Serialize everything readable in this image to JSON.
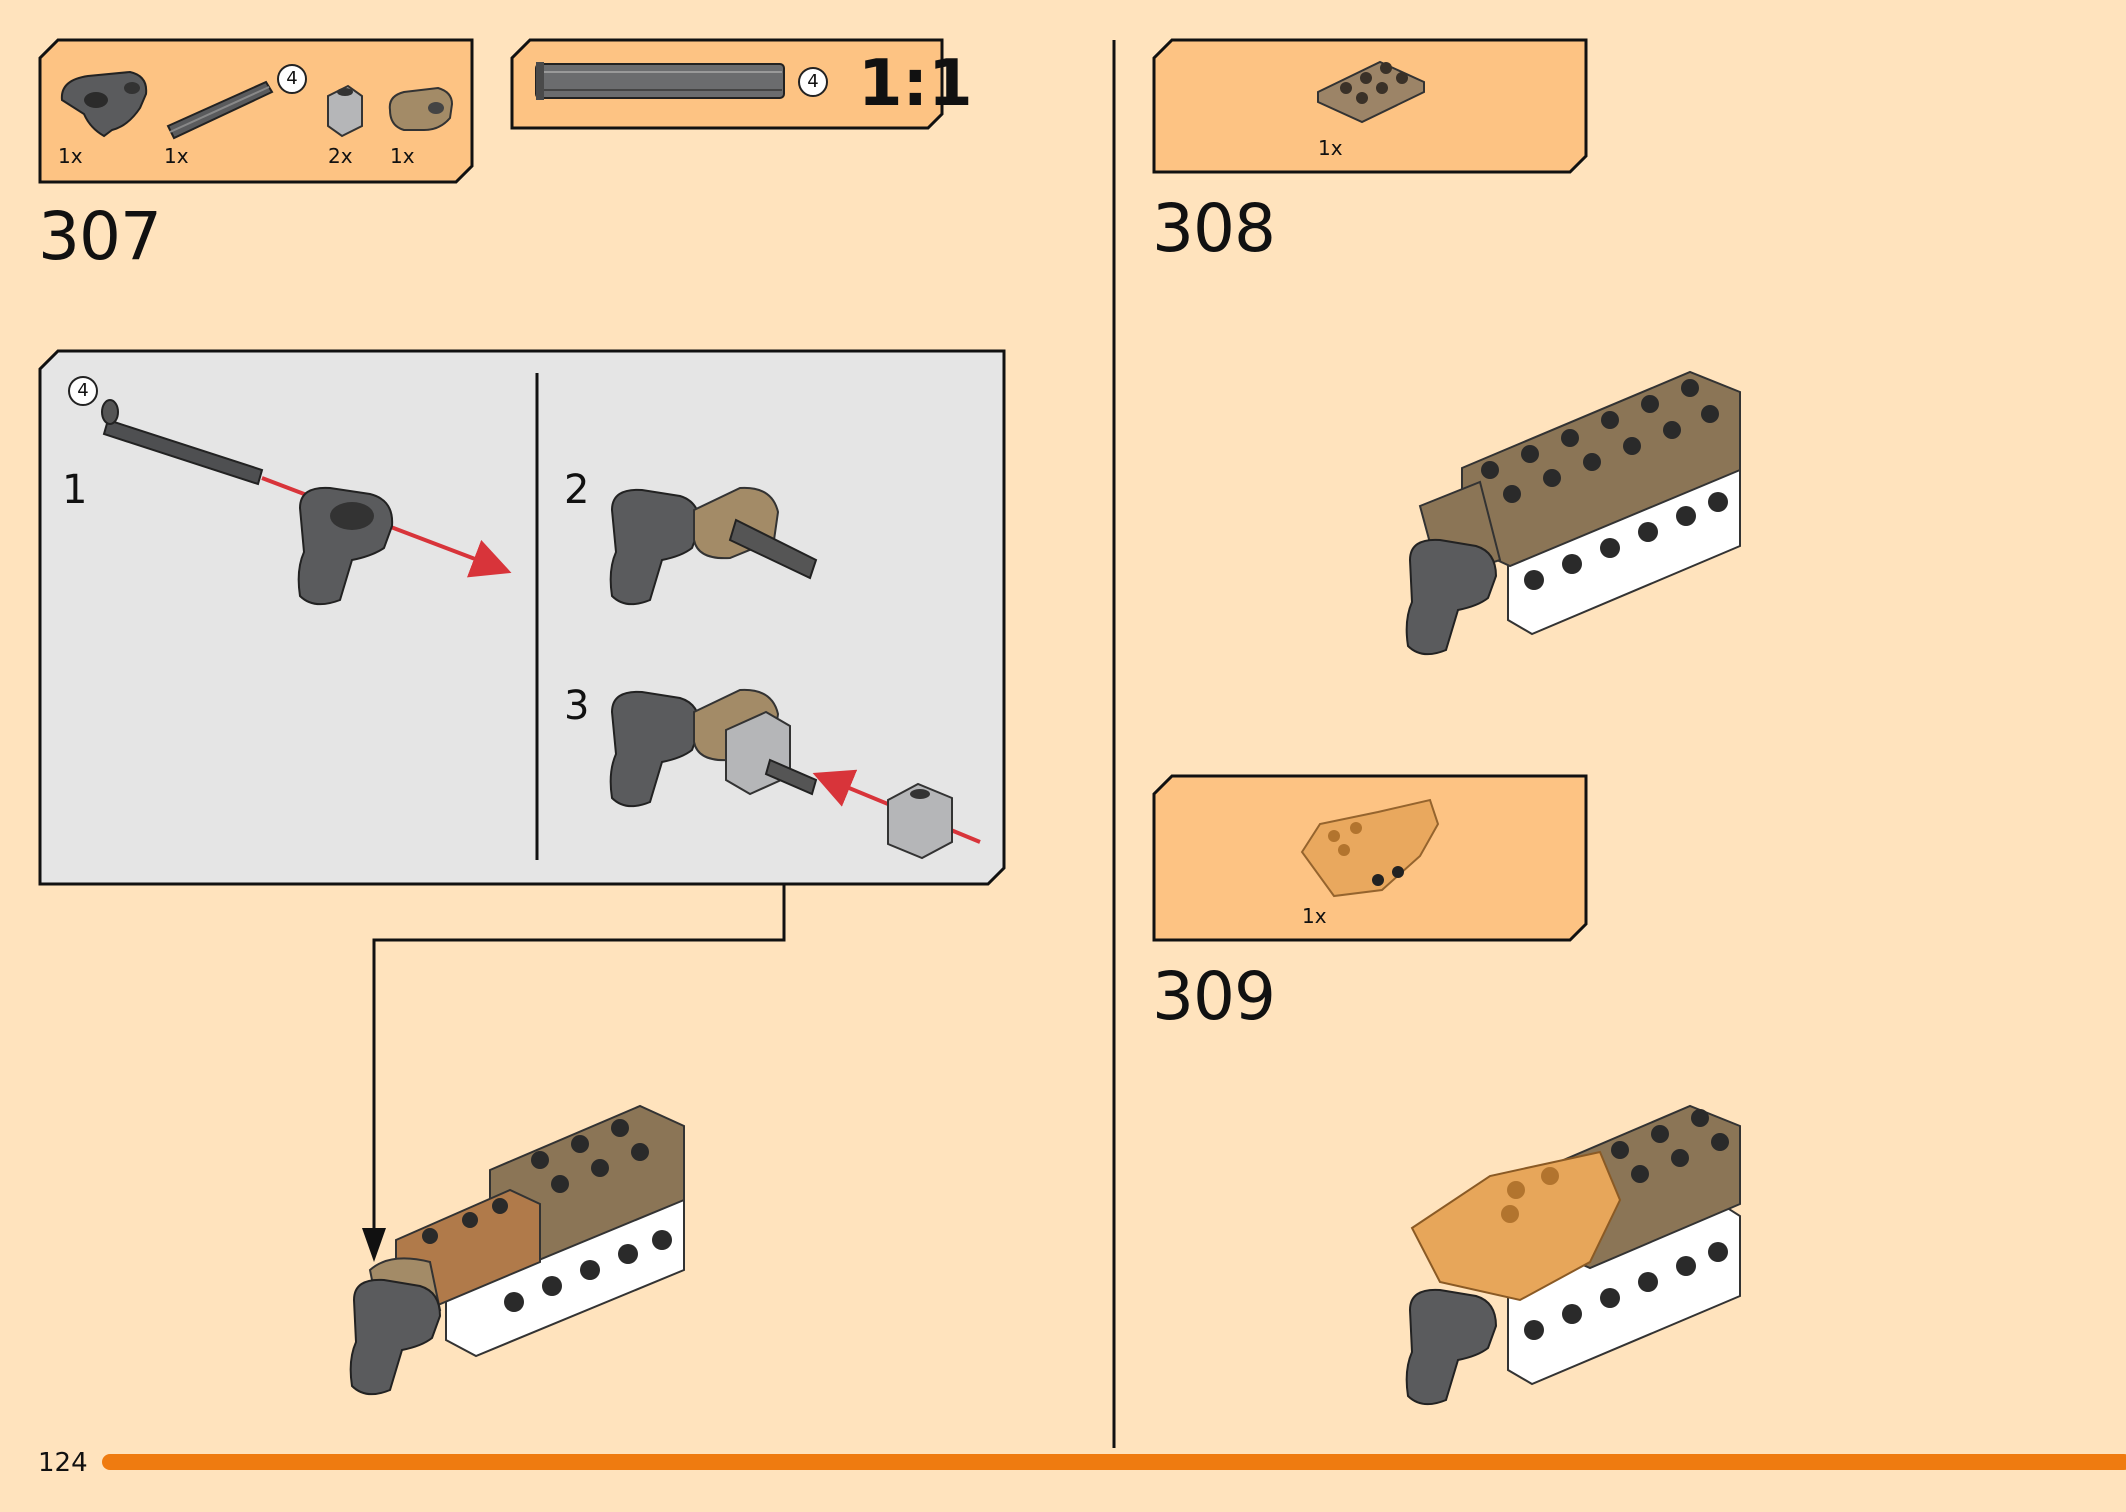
{
  "page": {
    "page_number": "124",
    "colors": {
      "background": "#ffe3bd",
      "parts_box": "#fdc383",
      "sub_panel": "#e5e5e5",
      "progress_bar": "#ef7b10",
      "arrow": "#d8343a"
    }
  },
  "step_307": {
    "number": "307",
    "parts": [
      {
        "qty": "1x",
        "icon": "technic-connector-icon"
      },
      {
        "qty": "1x",
        "icon": "technic-axle-icon",
        "badge": "4"
      },
      {
        "qty": "2x",
        "icon": "axle-brick-icon"
      },
      {
        "qty": "1x",
        "icon": "technic-pin-connector-icon"
      }
    ],
    "scale_box": {
      "badge": "4",
      "scale": "1:1"
    },
    "sub_panel": {
      "axle_badge": "4",
      "substeps": [
        "1",
        "2",
        "3"
      ]
    }
  },
  "step_308": {
    "number": "308",
    "parts": [
      {
        "qty": "1x",
        "icon": "plate-2x3-icon"
      }
    ]
  },
  "step_309": {
    "number": "309",
    "parts": [
      {
        "qty": "1x",
        "icon": "windscreen-icon"
      }
    ]
  }
}
